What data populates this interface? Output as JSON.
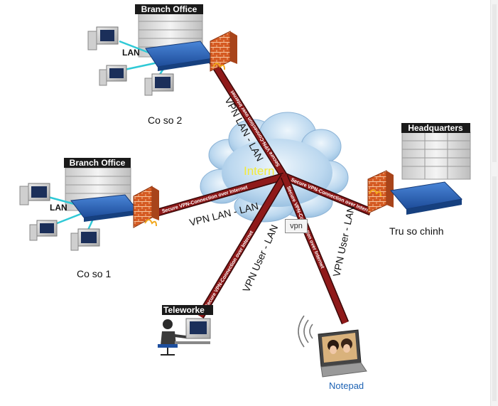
{
  "sites": {
    "branch_top": {
      "title": "Branch Office",
      "lan": "LAN",
      "caption": "Co so 2"
    },
    "branch_left": {
      "title": "Branch Office",
      "lan": "LAN",
      "caption": "Co so 1"
    },
    "hq": {
      "title": "Headquarters",
      "caption": "Tru so chinh"
    },
    "teleworker": {
      "title": "Teleworke"
    },
    "notebook": {
      "caption": "Notepad"
    }
  },
  "cloud": {
    "label": "Intern"
  },
  "tunnel_text": "Secure VPN-Connection over Internet",
  "links": {
    "top": "VPN LAN - LAN",
    "left": "VPN LAN - LAN",
    "teleworker": "VPN User - LAN",
    "notebook": "VPN User - LAN"
  },
  "vpn_badge": "vpn",
  "colors": {
    "tunnel": "#8f1a1a",
    "tunnel_text": "#ffffff",
    "title_bar": "#1a1a1a",
    "cloud": "#b9d6ee",
    "router": "#2e63b8",
    "firewall": "#d9622a",
    "lan_line": "#2fc9d6"
  }
}
